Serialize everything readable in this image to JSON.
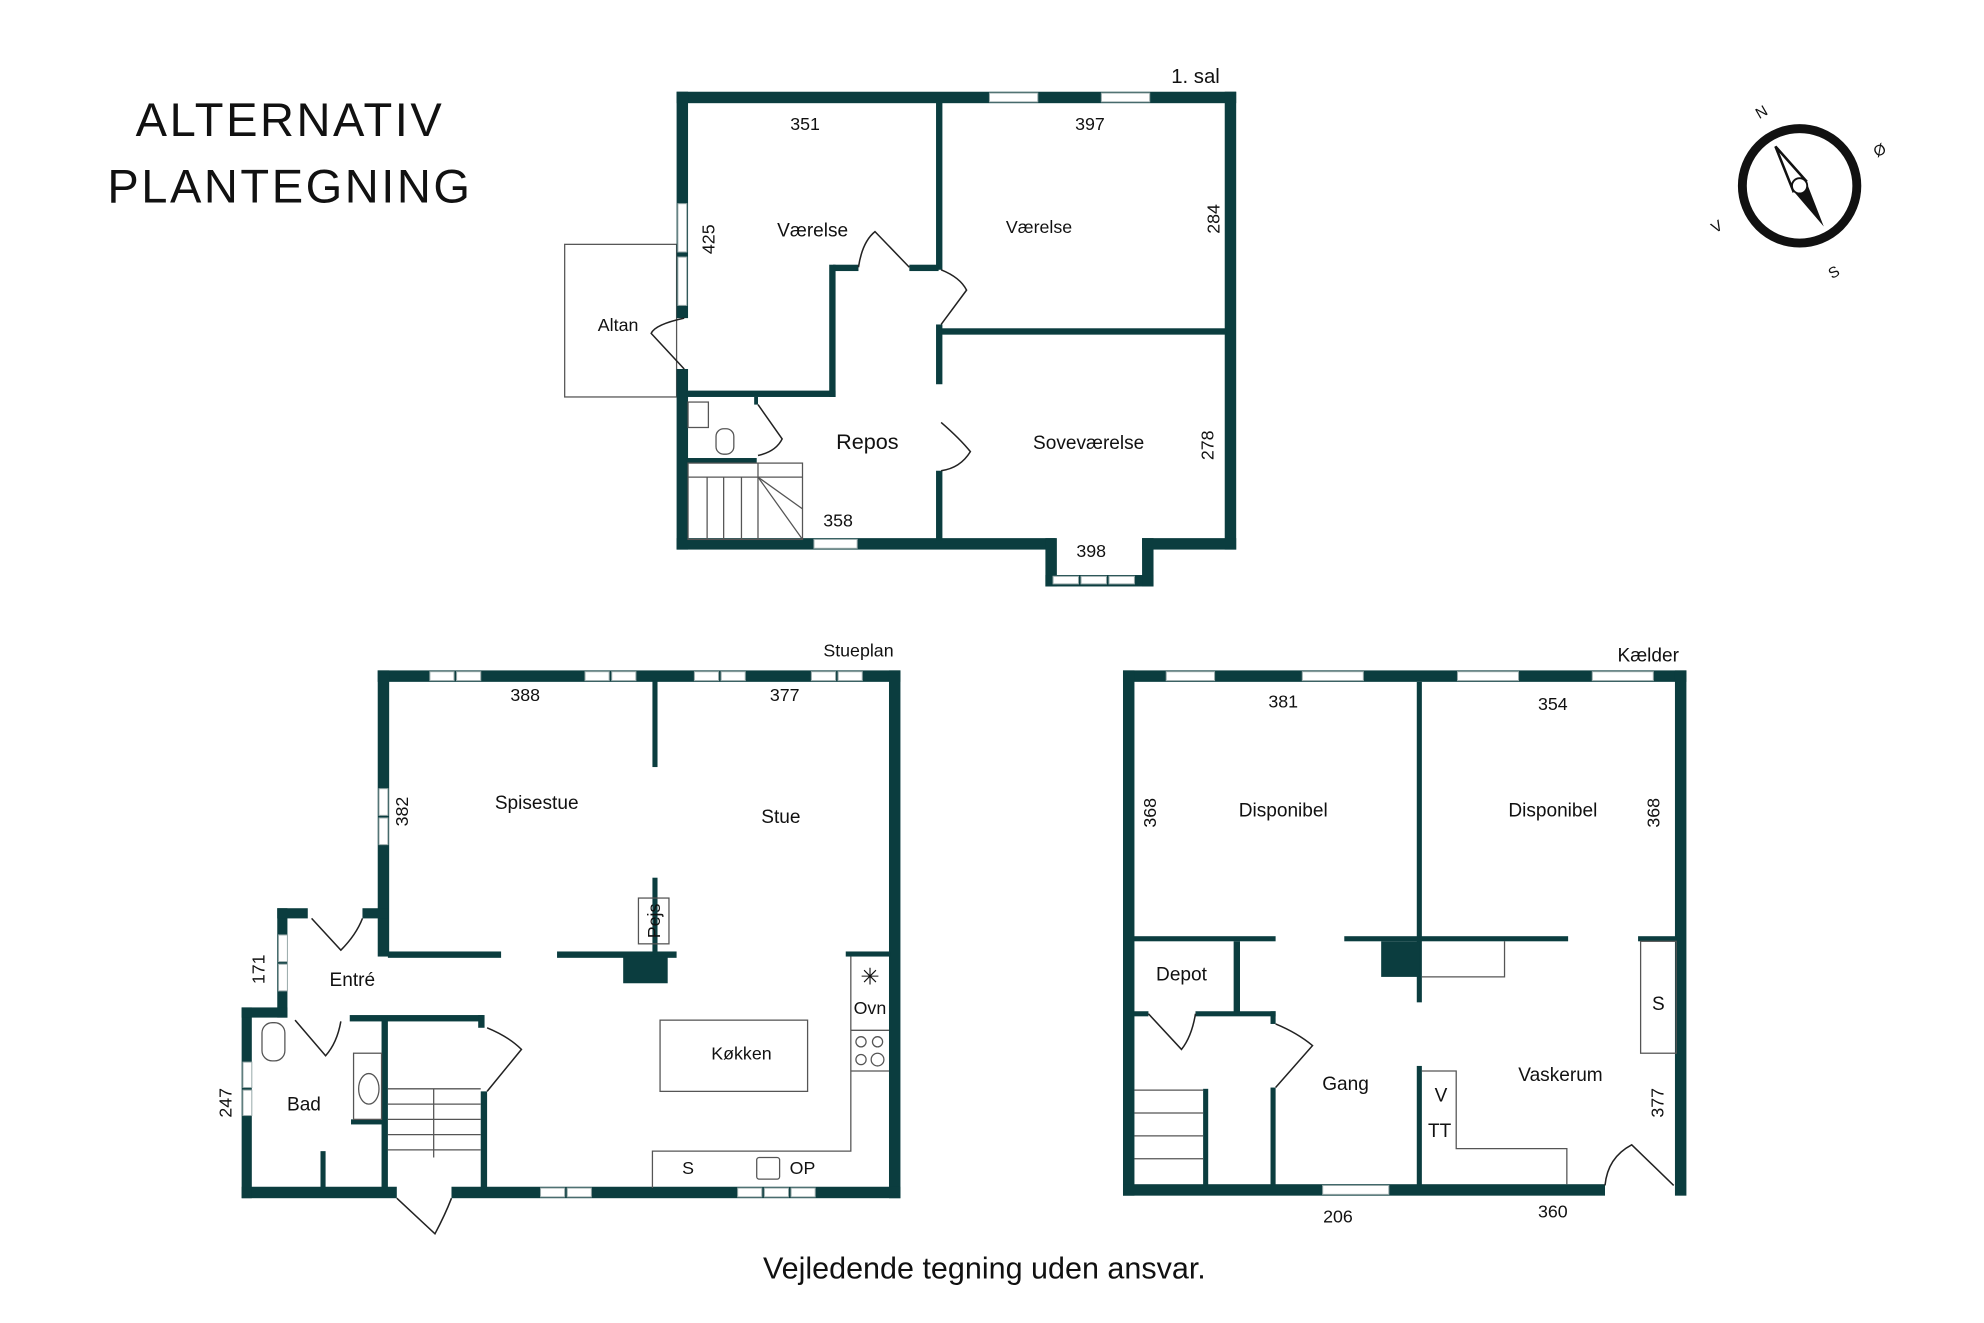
{
  "title": {
    "line1": "ALTERNATIV",
    "line2": "PLANTEGNING"
  },
  "footer": "Vejledende tegning uden ansvar.",
  "compass": {
    "n": "N",
    "e": "Ø",
    "s": "S",
    "w": "V"
  },
  "colors": {
    "wall": "#0b3d3f"
  },
  "floors": {
    "first": {
      "label": "1. sal",
      "rooms": {
        "vaerelse1": "Værelse",
        "vaerelse2": "Værelse",
        "altan": "Altan",
        "repos": "Repos",
        "sovevaerelse": "Soveværelse"
      },
      "dims": {
        "d351": "351",
        "d397": "397",
        "d425": "425",
        "d284": "284",
        "d278": "278",
        "d358": "358",
        "d398": "398"
      }
    },
    "ground": {
      "label": "Stueplan",
      "rooms": {
        "spisestue": "Spisestue",
        "stue": "Stue",
        "entre": "Entré",
        "bad": "Bad",
        "koekken": "Køkken",
        "pejs": "Pejs",
        "ovn": "Ovn",
        "s": "S",
        "op": "OP"
      },
      "dims": {
        "d388": "388",
        "d377": "377",
        "d382": "382",
        "d171": "171",
        "d247": "247"
      }
    },
    "basement": {
      "label": "Kælder",
      "rooms": {
        "disp1": "Disponibel",
        "disp2": "Disponibel",
        "depot": "Depot",
        "gang": "Gang",
        "vaskerum": "Vaskerum",
        "s": "S",
        "v": "V",
        "tt": "TT"
      },
      "dims": {
        "d381": "381",
        "d354": "354",
        "d368a": "368",
        "d368b": "368",
        "d377": "377",
        "d206": "206",
        "d360": "360"
      }
    }
  }
}
